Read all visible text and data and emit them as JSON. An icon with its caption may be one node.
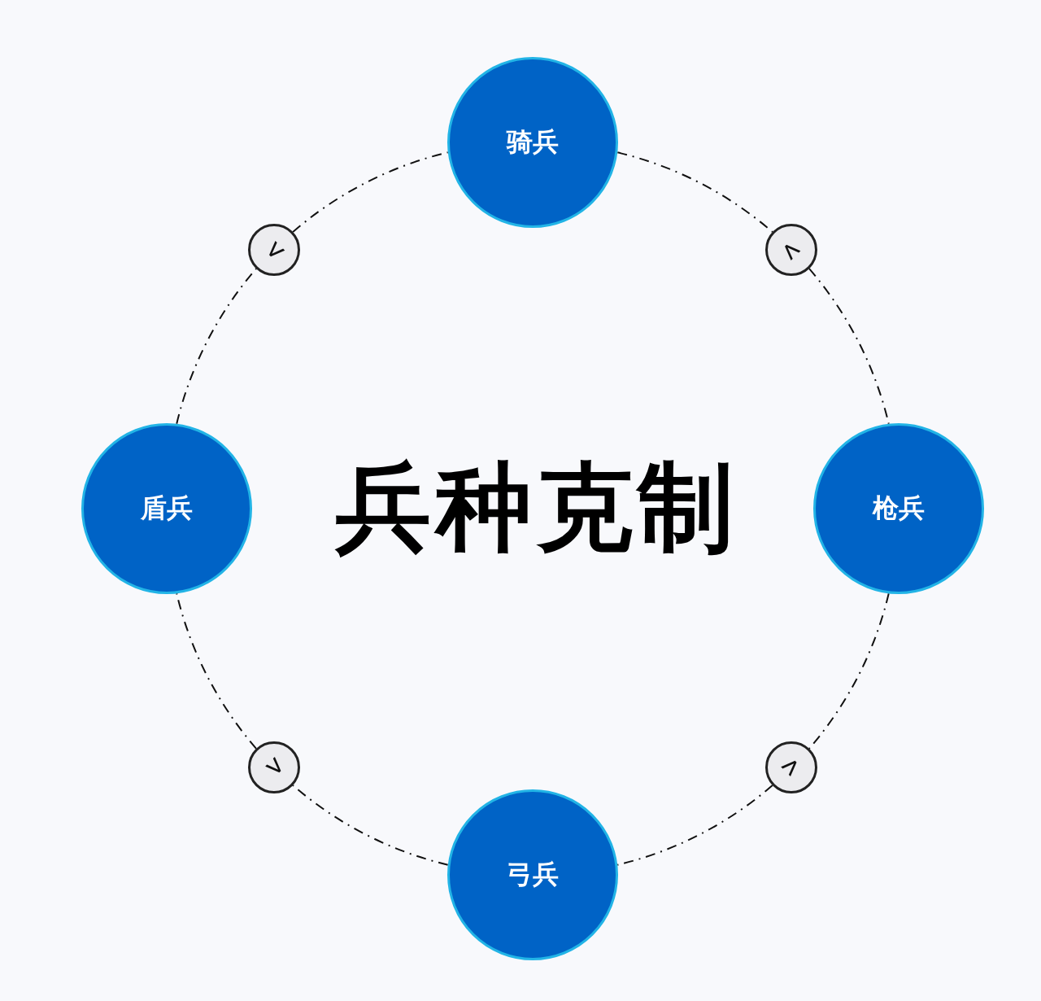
{
  "diagram": {
    "title": "兵种克制",
    "nodes": [
      {
        "text": [
          "骑兵"
        ]
      },
      {
        "text": [
          "<"
        ]
      },
      {
        "text": [
          "<"
        ]
      },
      {
        "text": [
          "盾兵"
        ]
      },
      {
        "text": [
          "枪兵"
        ]
      },
      {
        "text": [
          "<"
        ]
      },
      {
        "text": [
          "<"
        ]
      },
      {
        "text": [
          "弓兵"
        ]
      }
    ],
    "edges": [
      {
        "from": 3,
        "to": 1,
        "arrow": "none",
        "style": "dashed"
      },
      {
        "from": 1,
        "to": 0,
        "arrow": "none",
        "style": "dashed"
      },
      {
        "from": 0,
        "to": 2,
        "arrow": "none",
        "style": "dashed"
      },
      {
        "from": 2,
        "to": 4,
        "arrow": "none",
        "style": "dashed"
      },
      {
        "from": 4,
        "to": 6,
        "arrow": "none",
        "style": "dashed"
      },
      {
        "from": 6,
        "to": 7,
        "arrow": "none",
        "style": "dashed"
      },
      {
        "from": 7,
        "to": 5,
        "arrow": "none",
        "style": "dashed"
      },
      {
        "from": 5,
        "to": 3,
        "arrow": "none",
        "style": "dashed"
      }
    ]
  }
}
